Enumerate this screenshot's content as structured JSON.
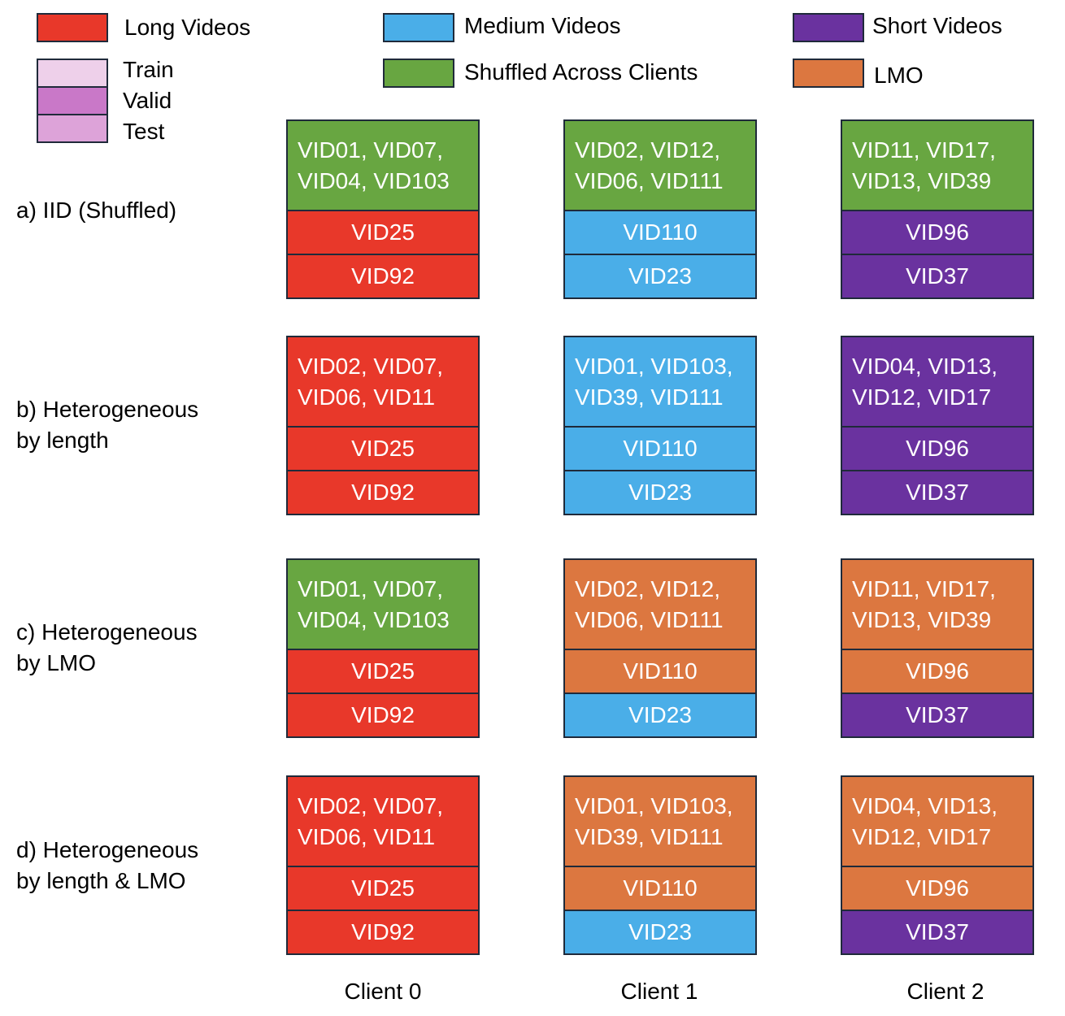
{
  "colors": {
    "long": "#e8382a",
    "medium": "#4aaee8",
    "short": "#6a329f",
    "shuffled": "#68a641",
    "lmo": "#dc7740",
    "train": "#eed0ea",
    "valid": "#c978c8",
    "test": "#dda3d9"
  },
  "legend": {
    "long": "Long Videos",
    "medium": "Medium Videos",
    "short": "Short Videos",
    "shuffled": "Shuffled Across Clients",
    "lmo": "LMO",
    "train": "Train",
    "valid": "Valid",
    "test": "Test"
  },
  "rows": [
    {
      "label": "a) IID (Shuffled)"
    },
    {
      "label": "b) Heterogeneous\nby length"
    },
    {
      "label": "c) Heterogeneous\nby LMO"
    },
    {
      "label": "d) Heterogeneous\nby length & LMO"
    }
  ],
  "clients": [
    "Client 0",
    "Client 1",
    "Client 2"
  ],
  "grid": [
    [
      [
        {
          "text": "VID01, VID07,\nVID04, VID103",
          "category": "shuffled"
        },
        {
          "text": "VID25",
          "category": "long"
        },
        {
          "text": "VID92",
          "category": "long"
        }
      ],
      [
        {
          "text": "VID02, VID12,\nVID06, VID111",
          "category": "shuffled"
        },
        {
          "text": "VID110",
          "category": "medium"
        },
        {
          "text": "VID23",
          "category": "medium"
        }
      ],
      [
        {
          "text": "VID11, VID17,\nVID13, VID39",
          "category": "shuffled"
        },
        {
          "text": "VID96",
          "category": "short"
        },
        {
          "text": "VID37",
          "category": "short"
        }
      ]
    ],
    [
      [
        {
          "text": "VID02, VID07,\nVID06, VID11",
          "category": "long"
        },
        {
          "text": "VID25",
          "category": "long"
        },
        {
          "text": "VID92",
          "category": "long"
        }
      ],
      [
        {
          "text": "VID01, VID103,\nVID39, VID111",
          "category": "medium"
        },
        {
          "text": "VID110",
          "category": "medium"
        },
        {
          "text": "VID23",
          "category": "medium"
        }
      ],
      [
        {
          "text": "VID04, VID13,\nVID12, VID17",
          "category": "short"
        },
        {
          "text": "VID96",
          "category": "short"
        },
        {
          "text": "VID37",
          "category": "short"
        }
      ]
    ],
    [
      [
        {
          "text": "VID01, VID07,\nVID04, VID103",
          "category": "shuffled"
        },
        {
          "text": "VID25",
          "category": "long"
        },
        {
          "text": "VID92",
          "category": "long"
        }
      ],
      [
        {
          "text": "VID02, VID12,\nVID06, VID111",
          "category": "lmo"
        },
        {
          "text": "VID110",
          "category": "lmo"
        },
        {
          "text": "VID23",
          "category": "medium"
        }
      ],
      [
        {
          "text": "VID11, VID17,\nVID13, VID39",
          "category": "lmo"
        },
        {
          "text": "VID96",
          "category": "lmo"
        },
        {
          "text": "VID37",
          "category": "short"
        }
      ]
    ],
    [
      [
        {
          "text": "VID02, VID07,\nVID06, VID11",
          "category": "long"
        },
        {
          "text": "VID25",
          "category": "long"
        },
        {
          "text": "VID92",
          "category": "long"
        }
      ],
      [
        {
          "text": "VID01, VID103,\nVID39, VID111",
          "category": "lmo"
        },
        {
          "text": "VID110",
          "category": "lmo"
        },
        {
          "text": "VID23",
          "category": "medium"
        }
      ],
      [
        {
          "text": "VID04, VID13,\nVID12, VID17",
          "category": "lmo"
        },
        {
          "text": "VID96",
          "category": "lmo"
        },
        {
          "text": "VID37",
          "category": "short"
        }
      ]
    ]
  ]
}
